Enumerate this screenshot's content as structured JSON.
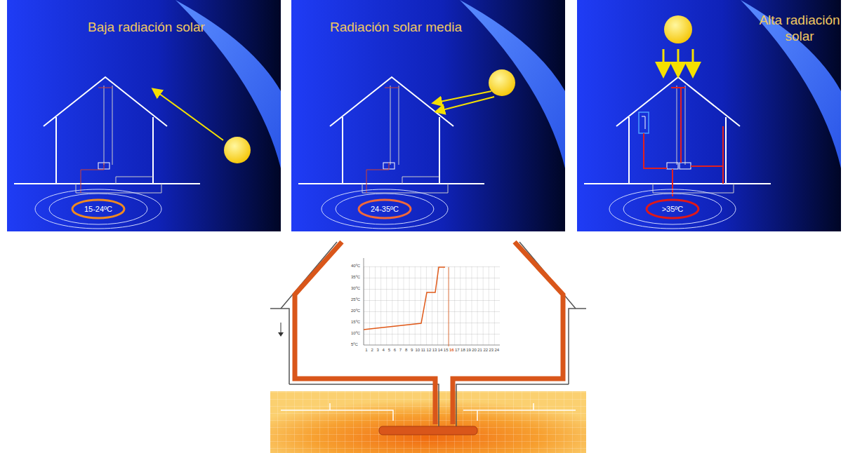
{
  "diagram": {
    "nodes": [
      {
        "text": [
          "15-24ºC"
        ]
      },
      {
        "text": [
          "24-35ºC"
        ]
      },
      {
        "text": [
          ">35ºC"
        ]
      }
    ],
    "labels": [
      "Baja radiación solar",
      "Radiación solar media",
      "Alta radiación solar",
      "40ºC",
      "35ºC",
      "30ºC",
      "25ºC",
      "20ºC",
      "15ºC",
      "10ºC",
      "5ºC",
      "1",
      "2",
      "3",
      "4",
      "5",
      "6",
      "7",
      "8",
      "9",
      "10",
      "11",
      "12",
      "13",
      "14",
      "15",
      "16",
      "17",
      "18",
      "19",
      "20",
      "21",
      "22",
      "23",
      "24"
    ]
  }
}
